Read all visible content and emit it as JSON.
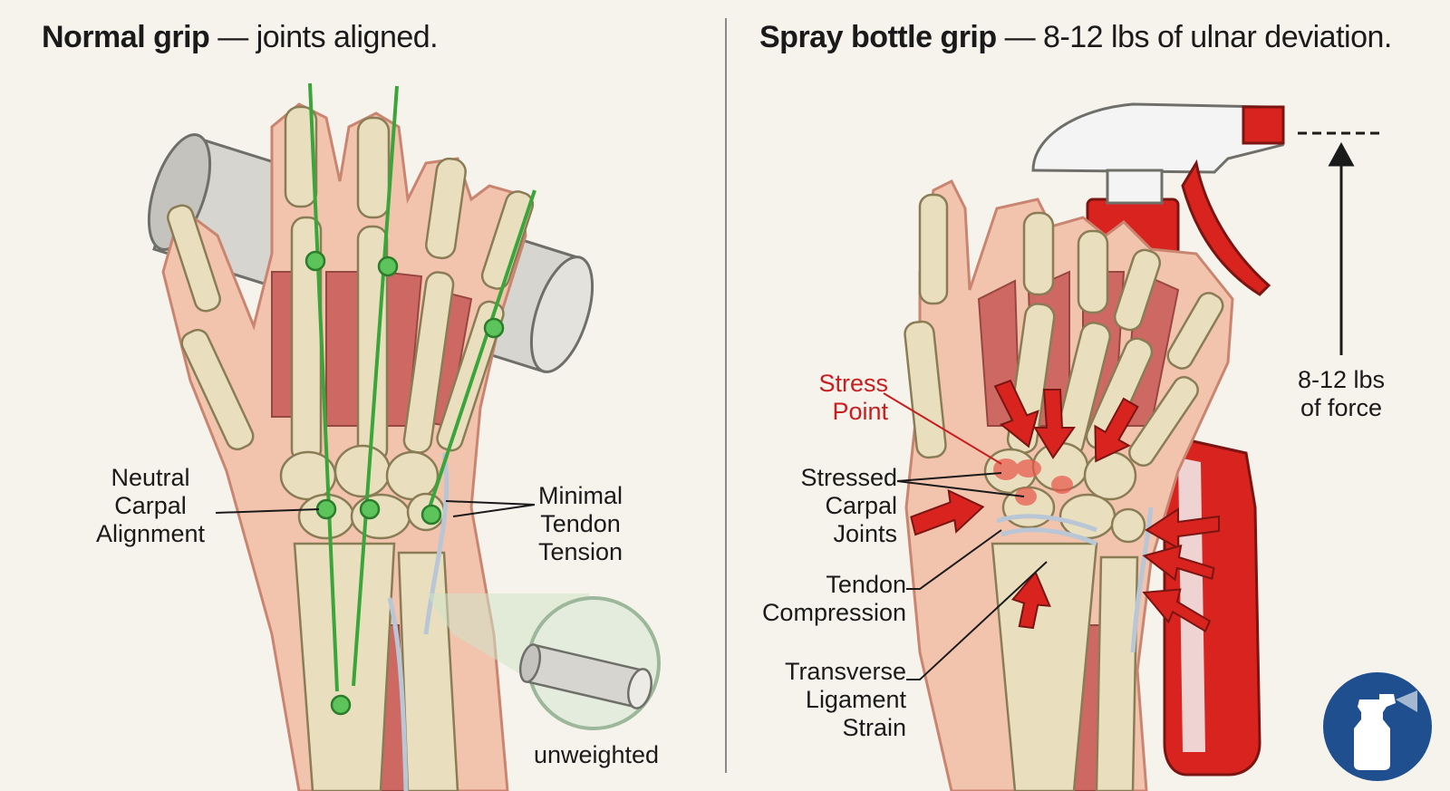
{
  "left_panel": {
    "title_bold": "Normal grip",
    "title_rest": " — joints aligned.",
    "labels": {
      "neutral_carpal": [
        "Neutral",
        "Carpal",
        "Alignment"
      ],
      "minimal_tendon": [
        "Minimal",
        "Tendon",
        "Tension"
      ],
      "unweighted": "unweighted"
    }
  },
  "right_panel": {
    "title_bold": "Spray bottle grip",
    "title_rest": " — 8-12 lbs of ulnar deviation.",
    "labels": {
      "stress_point": [
        "Stress",
        "Point"
      ],
      "stressed_carpal": [
        "Stressed",
        "Carpal",
        "Joints"
      ],
      "tendon_compression": [
        "Tendon",
        "Compression"
      ],
      "transverse_ligament": [
        "Transverse",
        "Ligament",
        "Strain"
      ],
      "force": [
        "8-12 lbs",
        "of force"
      ]
    }
  },
  "icons": {
    "badge": "spray-bottle-icon"
  },
  "colors": {
    "background": "#f6f3ec",
    "bone": "#e9dfbf",
    "muscle": "#c9605a",
    "skin": "#f2c4ae",
    "alignment_green": "#3aa63a",
    "stress_red": "#d8231f",
    "badge_blue": "#1f4f8f"
  }
}
